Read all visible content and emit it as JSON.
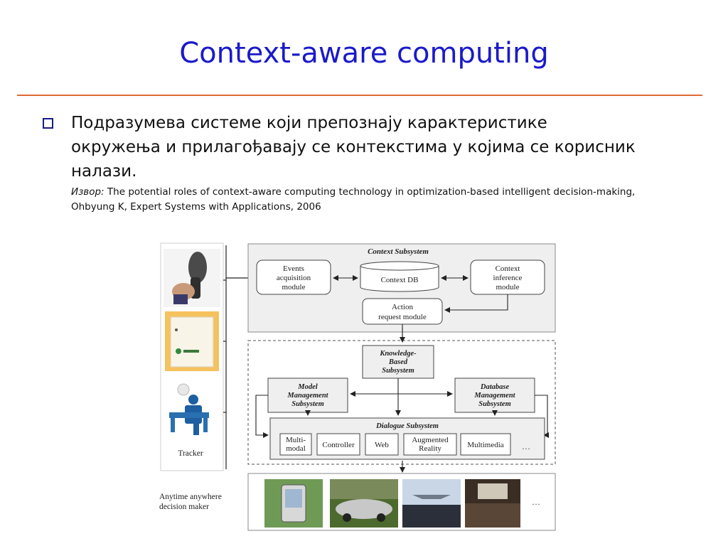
{
  "slide": {
    "title": "Context-aware computing",
    "bullet_text": "Подразумева системе који препознају карактеристике окружења и прилагођавају се контекстима у којима се корисник налази.",
    "source_label": "Извор:",
    "source_text": "The potential roles of context-aware computing technology in optimization-based intelligent decision-making,  Ohbyung K, Expert Systems with Applications, 2006"
  },
  "figure": {
    "context_subsystem": {
      "title": "Context Subsystem",
      "events_module": [
        "Events",
        "acquisition",
        "module"
      ],
      "context_db": "Context DB",
      "inference_module": [
        "Context",
        "inference",
        "module"
      ],
      "action_module": [
        "Action",
        "request module"
      ]
    },
    "knowledge_subsystem": [
      "Knowledge-",
      "Based",
      "Subsystem"
    ],
    "model_subsystem": [
      "Model",
      "Management",
      "Subsystem"
    ],
    "database_subsystem": [
      "Database",
      "Management",
      "Subsystem"
    ],
    "dialogue_subsystem": {
      "title": "Dialogue Subsystem",
      "items": [
        {
          "lines": [
            "Multi-",
            "modal"
          ]
        },
        {
          "lines": [
            "Controller"
          ]
        },
        {
          "lines": [
            "Web"
          ]
        },
        {
          "lines": [
            "Augmented",
            "Reality"
          ]
        },
        {
          "lines": [
            "Multimedia"
          ]
        }
      ],
      "ellipsis": "…"
    },
    "tracker_label": "Tracker",
    "decision_maker_label": [
      "Anytime anywhere",
      "decision maker"
    ],
    "bottom_ellipsis": "…"
  },
  "colors": {
    "title": "#1a1acb",
    "rule": "#e06a34",
    "figure_bg": "#efefef"
  }
}
